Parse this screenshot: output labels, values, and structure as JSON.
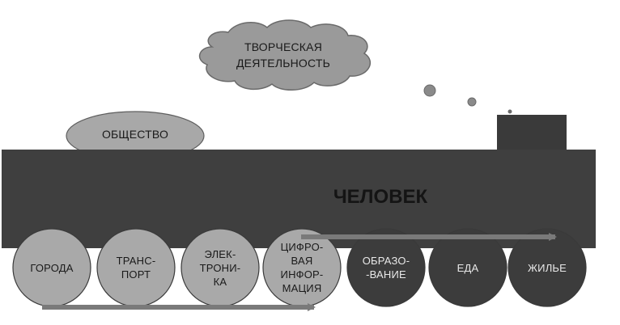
{
  "cloud": {
    "line1": "ТВОРЧЕСКАЯ",
    "line2": "ДЕЯТЕЛЬНОСТЬ"
  },
  "dome": {
    "label": "ОБЩЕСТВО"
  },
  "body": {
    "label": "ЧЕЛОВЕК"
  },
  "wheels": [
    {
      "label": "ГОРОДА",
      "tone": "light"
    },
    {
      "label": "ТРАНС-\nПОРТ",
      "tone": "light"
    },
    {
      "label": "ЭЛЕК-\nТРОНИ-\nКА",
      "tone": "light"
    },
    {
      "label": "ЦИФРО-\nВАЯ\nИНФОР-\nМАЦИЯ",
      "tone": "light"
    },
    {
      "label": "ОБРАЗО-\n-ВАНИЕ",
      "tone": "dark"
    },
    {
      "label": "ЕДА",
      "tone": "dark"
    },
    {
      "label": "ЖИЛЬЕ",
      "tone": "dark"
    }
  ],
  "colors": {
    "body": "#3f3f3f",
    "chimney": "#3a3a3a",
    "dome": "#a8a8a8",
    "cloud": "#9a9a9a",
    "wheel_light": "#a9a9a9",
    "wheel_dark": "#3c3c3c",
    "arrow": "#7a7a7a"
  }
}
